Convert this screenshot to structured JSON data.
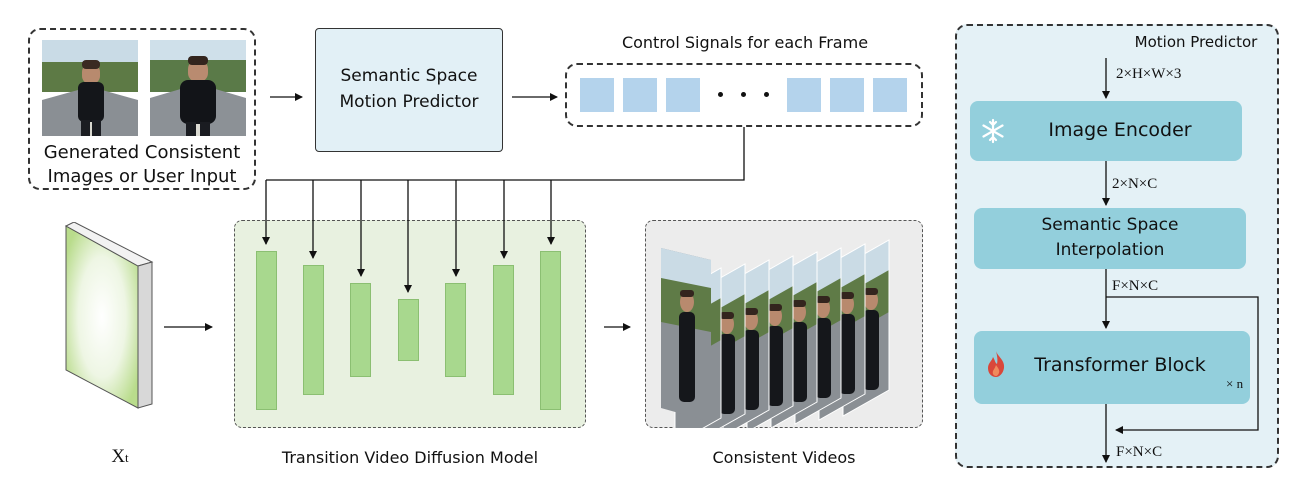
{
  "input_panel": {
    "caption_line1": "Generated Consistent",
    "caption_line2": "Images or User Input"
  },
  "semantic_predictor": {
    "line1": "Semantic Space",
    "line2": "Motion Predictor"
  },
  "control_signals": {
    "title": "Control Signals for each Frame",
    "ellipsis": "• • •"
  },
  "noise_input": {
    "label": "X",
    "subscript": "t"
  },
  "diffusion_model": {
    "label": "Transition Video Diffusion Model"
  },
  "output_videos": {
    "label": "Consistent Videos"
  },
  "motion_predictor_panel": {
    "title": "Motion Predictor",
    "input_shape": "2×H×W×3",
    "image_encoder": "Image Encoder",
    "encoded_shape": "2×N×C",
    "interp_line1": "Semantic Space",
    "interp_line2": "Interpolation",
    "interp_shape": "F×N×C",
    "transformer": "Transformer Block",
    "repeat": "× n",
    "output_shape": "F×N×C"
  },
  "colors": {
    "signal_blue": "#b4d3ec",
    "predictor_box": "#e2f0f6",
    "unet_bg": "#e8f1e0",
    "unet_bar": "#a8d88e",
    "panel_bg": "#e4f1f6",
    "module_teal": "#93cfdc"
  },
  "icons": [
    "snowflake-icon",
    "flame-icon"
  ]
}
